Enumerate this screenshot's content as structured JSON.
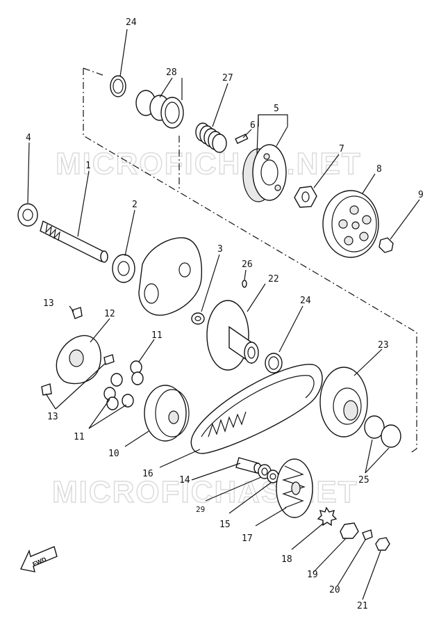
{
  "watermark": "MICROFICHAS.NET",
  "fwd_label": "FWD",
  "labels": {
    "l1": "1",
    "l2": "2",
    "l3": "3",
    "l4": "4",
    "l5": "5",
    "l6": "6",
    "l7": "7",
    "l8": "8",
    "l9": "9",
    "l10": "10",
    "l11a": "11",
    "l11b": "11",
    "l12": "12",
    "l13a": "13",
    "l13b": "13",
    "l14": "14",
    "l15": "15",
    "l16": "16",
    "l17": "17",
    "l18": "18",
    "l19": "19",
    "l20": "20",
    "l21": "21",
    "l22": "22",
    "l23": "23",
    "l24a": "24",
    "l24b": "24",
    "l25": "25",
    "l26": "26",
    "l27": "27",
    "l28": "28",
    "l29": "29"
  }
}
